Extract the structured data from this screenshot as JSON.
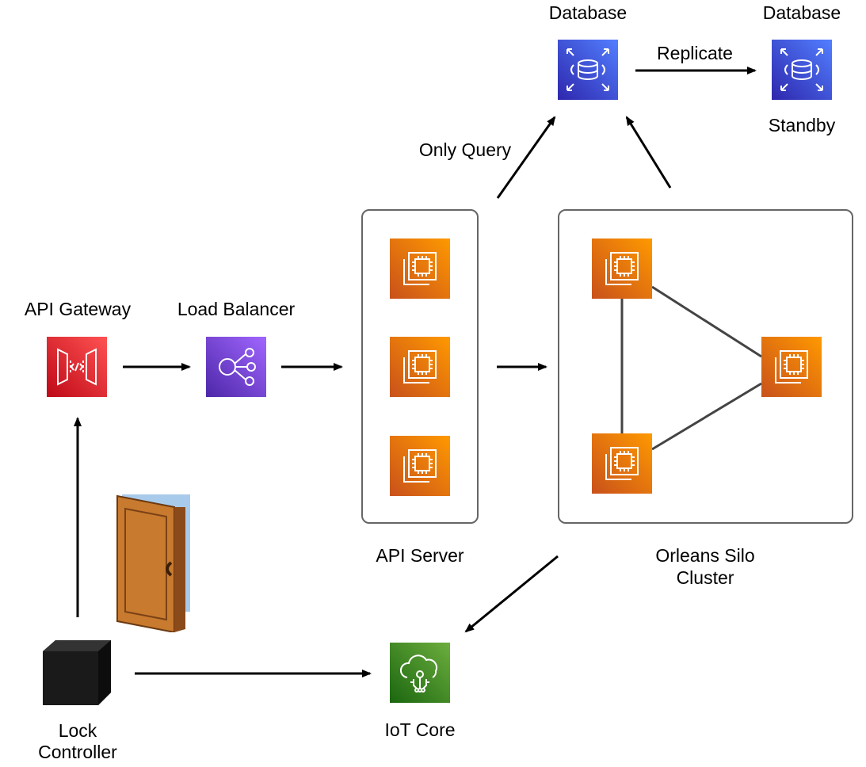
{
  "labels": {
    "database_primary": "Database",
    "database_standby_title": "Database",
    "database_standby_sub": "Standby",
    "replicate": "Replicate",
    "only_query": "Only Query",
    "api_gateway": "API Gateway",
    "load_balancer": "Load Balancer",
    "api_server": "API Server",
    "orleans_line1": "Orleans Silo",
    "orleans_line2": "Cluster",
    "iot_core": "IoT Core",
    "lock_line1": "Lock",
    "lock_line2": "Controller"
  },
  "colors": {
    "database": "#3B48CC",
    "database_light": "#5A6CF7",
    "gateway": "#C7131F",
    "gateway_light": "#F34A4A",
    "lb": "#7B3FE4",
    "lb_light": "#A166FF",
    "ec2": "#C8511B",
    "ec2_light": "#FF9900",
    "iot": "#1B660F",
    "iot_light": "#6CAE3E",
    "door": "#C87A2E",
    "controller": "#1A1A1A",
    "arrow": "#000000",
    "mesh": "#444444",
    "box_border": "#666666"
  },
  "icons": {
    "database": "rds-database-icon",
    "api_gateway": "api-gateway-icon",
    "load_balancer": "elastic-load-balancer-icon",
    "ec2": "ec2-instance-icon",
    "iot_core": "iot-core-icon",
    "door": "door-icon",
    "lock_controller": "black-box-icon"
  }
}
